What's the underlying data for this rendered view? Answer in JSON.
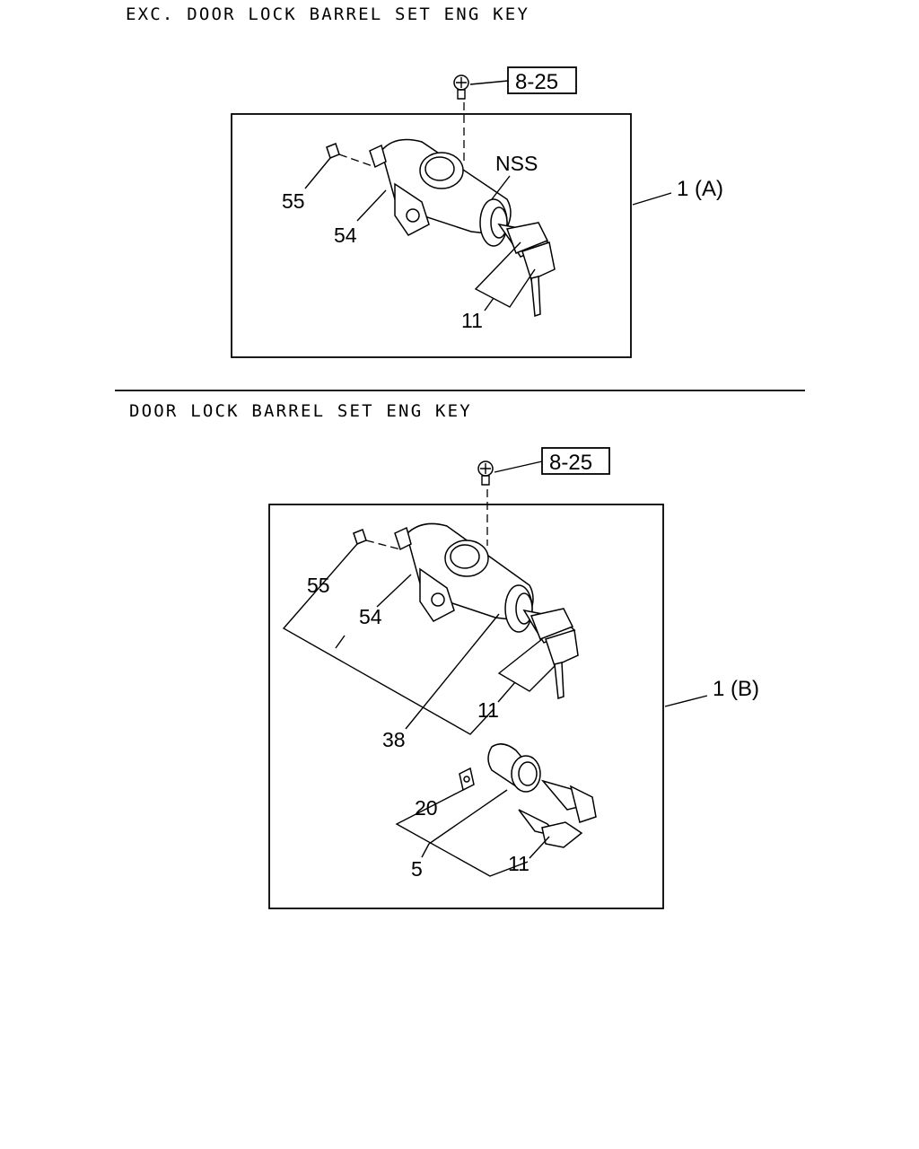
{
  "sections": [
    {
      "heading": "EXC. DOOR LOCK BARREL SET ENG KEY",
      "ref_box": "8-25",
      "assembly_label": "1 (A)",
      "callouts": {
        "c55": "55",
        "c54": "54",
        "cNSS": "NSS",
        "c11": "11"
      }
    },
    {
      "heading": "DOOR LOCK BARREL SET ENG KEY",
      "ref_box": "8-25",
      "assembly_label": "1 (B)",
      "callouts": {
        "c55": "55",
        "c54": "54",
        "c38": "38",
        "c11a": "11",
        "c20": "20",
        "c5": "5",
        "c11b": "11"
      }
    }
  ]
}
